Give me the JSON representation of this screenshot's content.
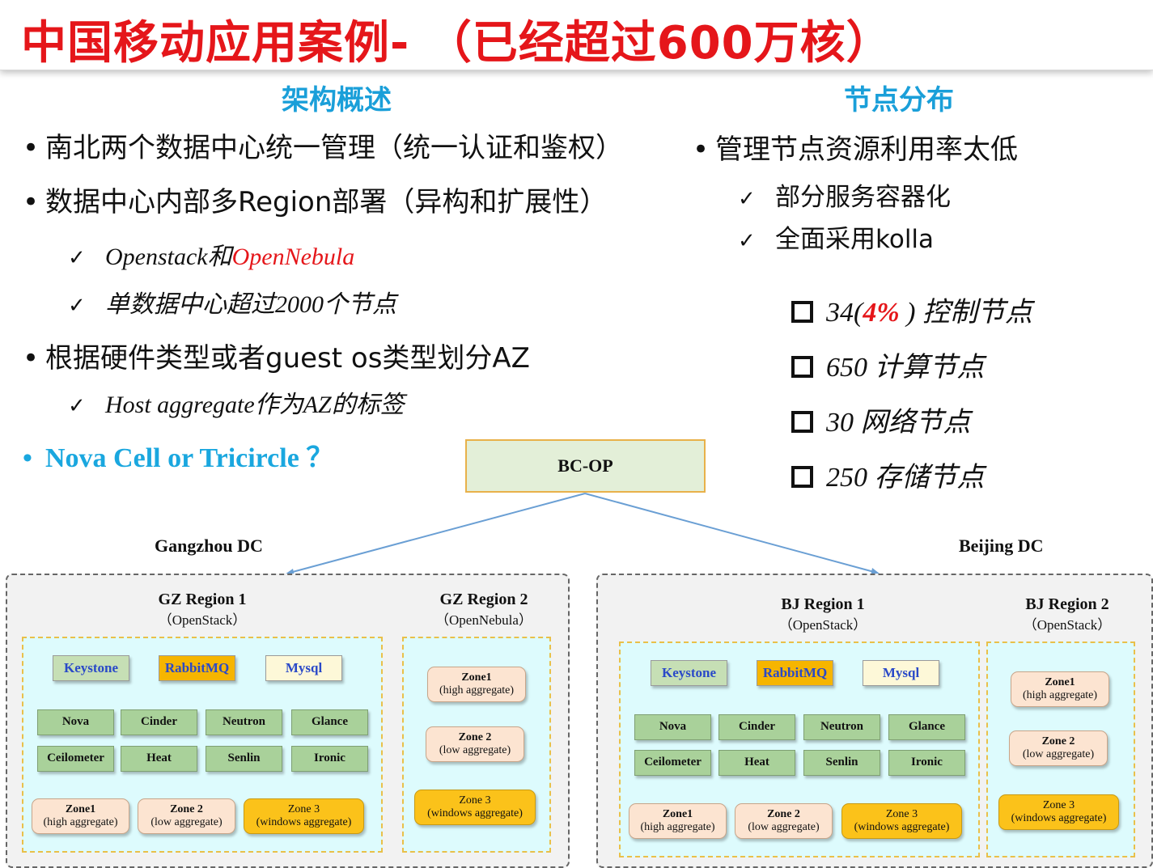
{
  "title": "中国移动应用案例- （已经超过600万核）",
  "left_section": {
    "heading": "架构概述",
    "bullet1": "南北两个数据中心统一管理（统一认证和鉴权）",
    "bullet2": "数据中心内部多Region部署（异构和扩展性）",
    "sub1_prefix": "Openstack和",
    "sub1_red": "OpenNebula",
    "sub2": "单数据中心超过2000个节点",
    "bullet3": "根据硬件类型或者guest os类型划分AZ",
    "sub3": "Host aggregate作为AZ的标签",
    "cyan_bullet": "Nova Cell or Tricircle ？"
  },
  "right_section": {
    "heading": "节点分布",
    "bullet1": "管理节点资源利用率太低",
    "sub1": "部分服务容器化",
    "sub2": "全面采用kolla",
    "stats": [
      {
        "prefix": "34(",
        "red": "4%",
        "suffix": " ) 控制节点"
      },
      {
        "prefix": "650 计算节点",
        "red": "",
        "suffix": ""
      },
      {
        "prefix": "30 网络节点",
        "red": "",
        "suffix": ""
      },
      {
        "prefix": "250 存储节点",
        "red": "",
        "suffix": ""
      }
    ]
  },
  "symbols": {
    "bullet": "•",
    "check": "✓"
  },
  "colors": {
    "title_red": "#e5161a",
    "heading_blue": "#1a9fd9",
    "region_fill": "#ddfbfd",
    "zone_gold": "#fbc21a"
  },
  "diagram": {
    "root": "BC-OP",
    "dc_left": "Gangzhou DC",
    "dc_right": "Beijing DC",
    "gz1": {
      "title": "GZ Region 1",
      "sub": "（OpenStack）"
    },
    "gz2": {
      "title": "GZ Region 2",
      "sub": "（OpenNebula）"
    },
    "bj1": {
      "title": "BJ Region 1",
      "sub": "（OpenStack）"
    },
    "bj2": {
      "title": "BJ Region 2",
      "sub": "（OpenStack）"
    },
    "top_services": [
      "Keystone",
      "RabbitMQ",
      "Mysql"
    ],
    "services": [
      "Nova",
      "Cinder",
      "Neutron",
      "Glance",
      "Ceilometer",
      "Heat",
      "Senlin",
      "Ironic"
    ],
    "zones": [
      {
        "name": "Zone1",
        "desc": "(high aggregate)"
      },
      {
        "name": "Zone 2",
        "desc": "(low aggregate)"
      },
      {
        "name": "Zone 3",
        "desc": "(windows aggregate)"
      }
    ]
  }
}
